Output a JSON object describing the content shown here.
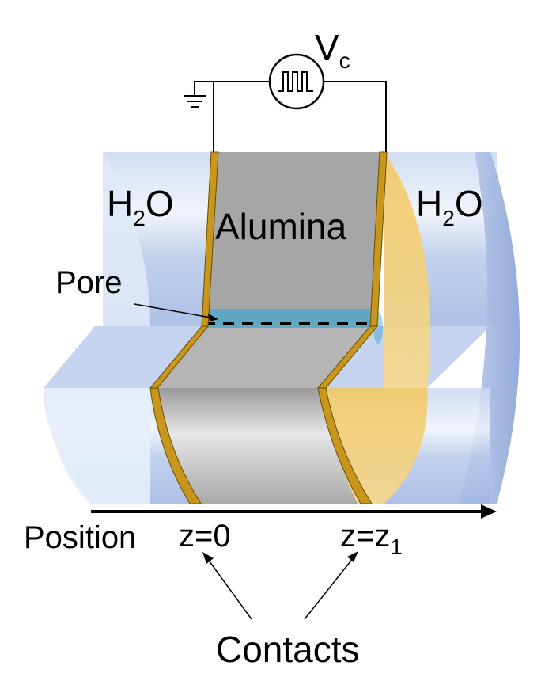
{
  "labels": {
    "source_symbol": "V",
    "source_subscript": "c",
    "water_left": "H",
    "water_left_sub": "2",
    "water_left_tail": "O",
    "water_right": "H",
    "water_right_sub": "2",
    "water_right_tail": "O",
    "alumina": "Alumina",
    "pore": "Pore",
    "position": "Position",
    "z0": "z=0",
    "z1_main": "z=z",
    "z1_sub": "1",
    "contacts": "Contacts"
  },
  "colors": {
    "water": "#a9bfe6",
    "water_edge": "#8fa7d8",
    "alumina": "#a6a6a6",
    "alumina_light": "#c8c8c8",
    "contact_gold": "#c8961a",
    "contact_face": "#f4cf6b",
    "pore": "#4aa7c9"
  }
}
